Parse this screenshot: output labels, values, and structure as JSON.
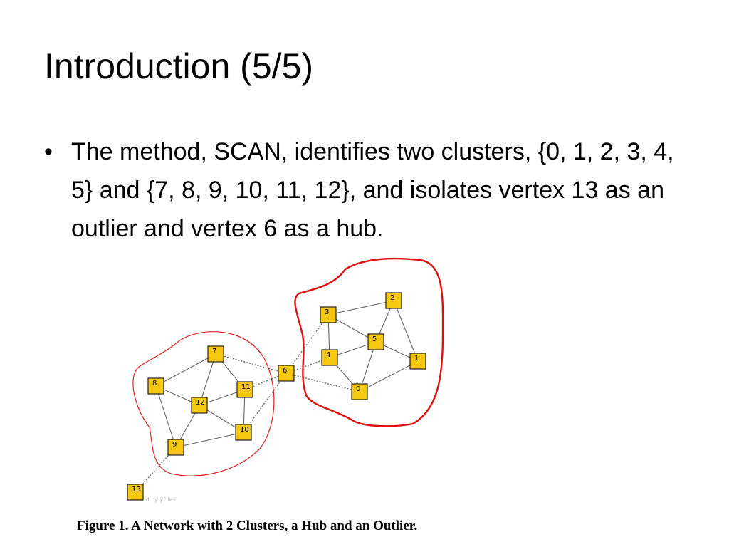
{
  "slide": {
    "title": "Introduction (5/5)",
    "bullets": [
      {
        "text": "The method, SCAN, identifies two clusters, {0, 1, 2, 3, 4, 5} and {7, 8, 9, 10, 11, 12}, and isolates vertex 13 as an outlier and vertex 6 as a hub."
      }
    ]
  },
  "figure": {
    "caption": "Figure 1. A Network with 2 Clusters, a Hub and an Outlier.",
    "watermark": "...d by yFiles",
    "nodes": [
      {
        "id": "0",
        "label": "0"
      },
      {
        "id": "1",
        "label": "1"
      },
      {
        "id": "2",
        "label": "2"
      },
      {
        "id": "3",
        "label": "3"
      },
      {
        "id": "4",
        "label": "4"
      },
      {
        "id": "5",
        "label": "5"
      },
      {
        "id": "6",
        "label": "6"
      },
      {
        "id": "7",
        "label": "7"
      },
      {
        "id": "8",
        "label": "8"
      },
      {
        "id": "9",
        "label": "9"
      },
      {
        "id": "10",
        "label": "10"
      },
      {
        "id": "11",
        "label": "11"
      },
      {
        "id": "12",
        "label": "12"
      },
      {
        "id": "13",
        "label": "13"
      }
    ],
    "edges": [
      {
        "from": "3",
        "to": "2",
        "style": "solid"
      },
      {
        "from": "3",
        "to": "5",
        "style": "solid"
      },
      {
        "from": "3",
        "to": "4",
        "style": "solid"
      },
      {
        "from": "2",
        "to": "5",
        "style": "solid"
      },
      {
        "from": "2",
        "to": "1",
        "style": "solid"
      },
      {
        "from": "5",
        "to": "4",
        "style": "solid"
      },
      {
        "from": "5",
        "to": "1",
        "style": "solid"
      },
      {
        "from": "5",
        "to": "0",
        "style": "solid"
      },
      {
        "from": "4",
        "to": "0",
        "style": "solid"
      },
      {
        "from": "1",
        "to": "0",
        "style": "solid"
      },
      {
        "from": "7",
        "to": "8",
        "style": "solid"
      },
      {
        "from": "7",
        "to": "12",
        "style": "solid"
      },
      {
        "from": "7",
        "to": "11",
        "style": "solid"
      },
      {
        "from": "8",
        "to": "12",
        "style": "solid"
      },
      {
        "from": "8",
        "to": "9",
        "style": "solid"
      },
      {
        "from": "12",
        "to": "11",
        "style": "solid"
      },
      {
        "from": "12",
        "to": "10",
        "style": "solid"
      },
      {
        "from": "12",
        "to": "9",
        "style": "solid"
      },
      {
        "from": "11",
        "to": "10",
        "style": "solid"
      },
      {
        "from": "9",
        "to": "10",
        "style": "solid"
      },
      {
        "from": "6",
        "to": "7",
        "style": "dotted"
      },
      {
        "from": "6",
        "to": "11",
        "style": "dotted"
      },
      {
        "from": "6",
        "to": "10",
        "style": "dotted"
      },
      {
        "from": "6",
        "to": "3",
        "style": "dotted"
      },
      {
        "from": "6",
        "to": "4",
        "style": "dotted"
      },
      {
        "from": "6",
        "to": "0",
        "style": "dotted"
      },
      {
        "from": "9",
        "to": "13",
        "style": "dotted"
      }
    ],
    "colors": {
      "node_fill": "#f6c812",
      "node_stroke": "#222222",
      "left_cluster_outline": "#dd2222",
      "right_cluster_outline": "#dd1111"
    }
  }
}
